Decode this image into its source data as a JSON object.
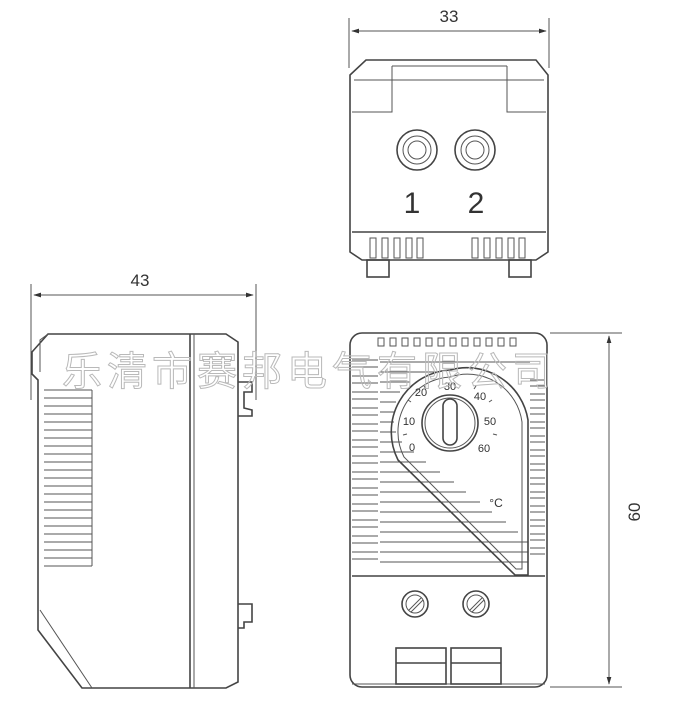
{
  "dimensions": {
    "width_front": "33",
    "depth_side": "43",
    "height_front": "60"
  },
  "terminals": {
    "left": "1",
    "right": "2"
  },
  "dial": {
    "marks": [
      "20",
      "30",
      "40",
      "10",
      "50",
      "0",
      "60"
    ],
    "unit": "°C"
  },
  "watermark": "乐清市赛邦电气有限公司"
}
